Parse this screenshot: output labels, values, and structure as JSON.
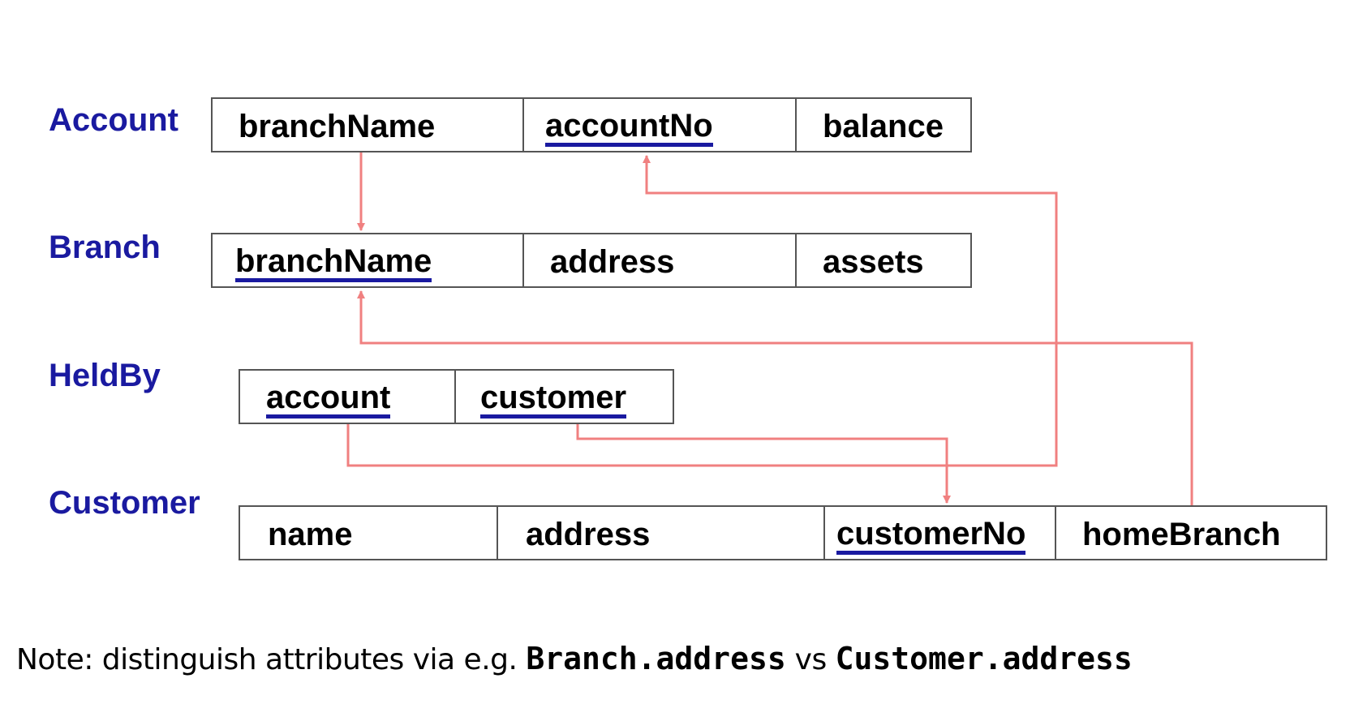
{
  "colors": {
    "relation_name": "#1a1aa0",
    "key_underline": "#1a1aa0",
    "link": "#f08080",
    "border": "#555555"
  },
  "relations": {
    "account": {
      "name": "Account",
      "attrs": [
        "branchName",
        "accountNo",
        "balance"
      ],
      "keys": [
        false,
        true,
        false
      ]
    },
    "branch": {
      "name": "Branch",
      "attrs": [
        "branchName",
        "address",
        "assets"
      ],
      "keys": [
        true,
        false,
        false
      ]
    },
    "heldby": {
      "name": "HeldBy",
      "attrs": [
        "account",
        "customer"
      ],
      "keys": [
        true,
        true
      ]
    },
    "customer": {
      "name": "Customer",
      "attrs": [
        "name",
        "address",
        "customerNo",
        "homeBranch"
      ],
      "keys": [
        false,
        false,
        true,
        false
      ]
    }
  },
  "references": [
    {
      "from": "Account.branchName",
      "to": "Branch.branchName"
    },
    {
      "from": "HeldBy.account",
      "to": "Account.accountNo"
    },
    {
      "from": "HeldBy.customer",
      "to": "Customer.customerNo"
    },
    {
      "from": "Customer.homeBranch",
      "to": "Branch.branchName"
    }
  ],
  "note": {
    "prefix": "Note: distinguish attributes via e.g.",
    "code1": "Branch.address",
    "mid": "vs",
    "code2": "Customer.address"
  }
}
